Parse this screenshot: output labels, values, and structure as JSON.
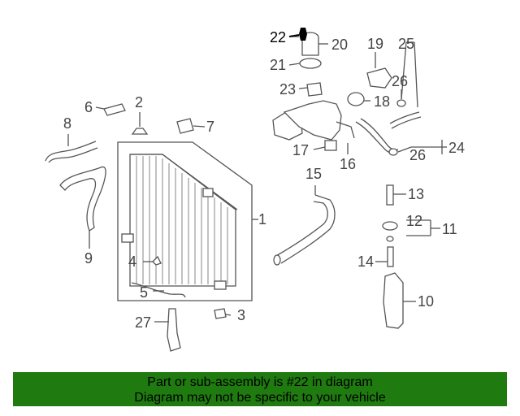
{
  "callouts": {
    "c1": "1",
    "c2": "2",
    "c3": "3",
    "c4": "4",
    "c5": "5",
    "c6": "6",
    "c7": "7",
    "c8": "8",
    "c9": "9",
    "c10": "10",
    "c11": "11",
    "c12": "12",
    "c13": "13",
    "c14": "14",
    "c15": "15",
    "c16": "16",
    "c17": "17",
    "c18": "18",
    "c19": "19",
    "c20": "20",
    "c21": "21",
    "c22": "22",
    "c23": "23",
    "c24": "24",
    "c25": "25",
    "c26a": "26",
    "c26b": "26",
    "c27": "27"
  },
  "highlight": {
    "part": "22",
    "color": "#000000"
  },
  "banner": {
    "line1": "Part or sub-assembly is #22 in diagram",
    "line2": "Diagram may not be specific to your vehicle",
    "background": "#1f7a0f"
  }
}
